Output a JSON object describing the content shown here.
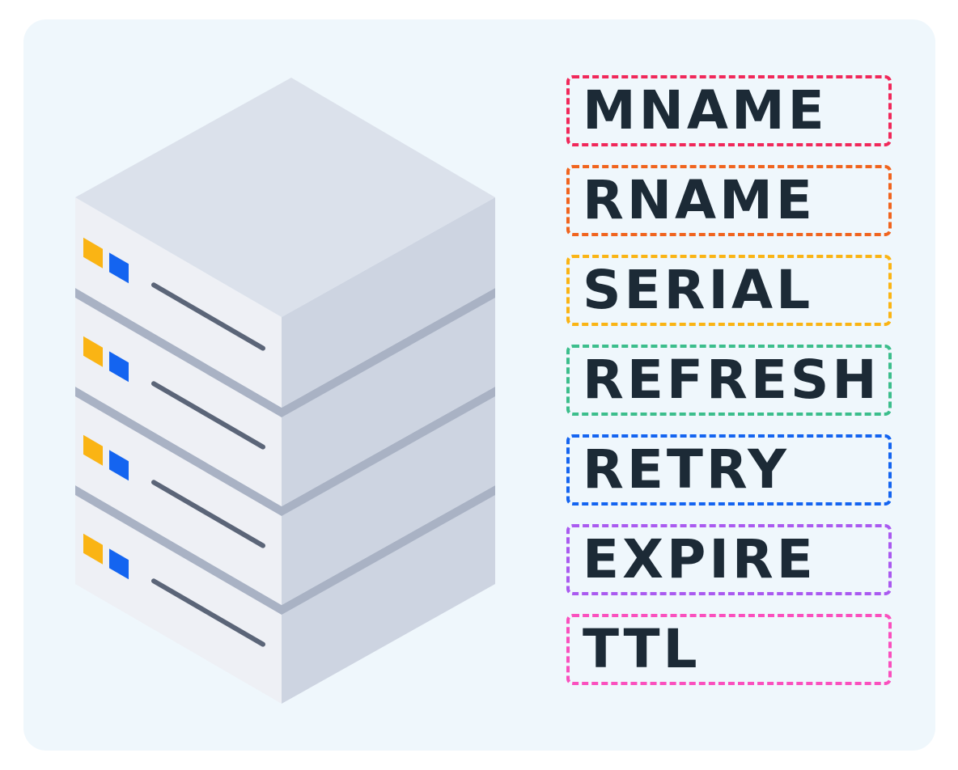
{
  "diagram": {
    "icon": "server-stack-icon",
    "server_units": 4,
    "records": [
      {
        "label": "MNAME",
        "color": "#f0285a"
      },
      {
        "label": "RNAME",
        "color": "#f0641e"
      },
      {
        "label": "SERIAL",
        "color": "#fab414"
      },
      {
        "label": "REFRESH",
        "color": "#3cbe8c"
      },
      {
        "label": "RETRY",
        "color": "#1464f0"
      },
      {
        "label": "EXPIRE",
        "color": "#aa5af0"
      },
      {
        "label": "TTL",
        "color": "#fa50be"
      }
    ],
    "colors": {
      "background": "#eff7fc",
      "text": "#1c2a36",
      "server_top": "#dbe1eb",
      "server_front": "#eef0f5",
      "server_side": "#cdd4e1",
      "server_gap": "#a9b2c4",
      "led_orange": "#fab414",
      "led_blue": "#1464f0",
      "slot": "#5b6578"
    }
  }
}
